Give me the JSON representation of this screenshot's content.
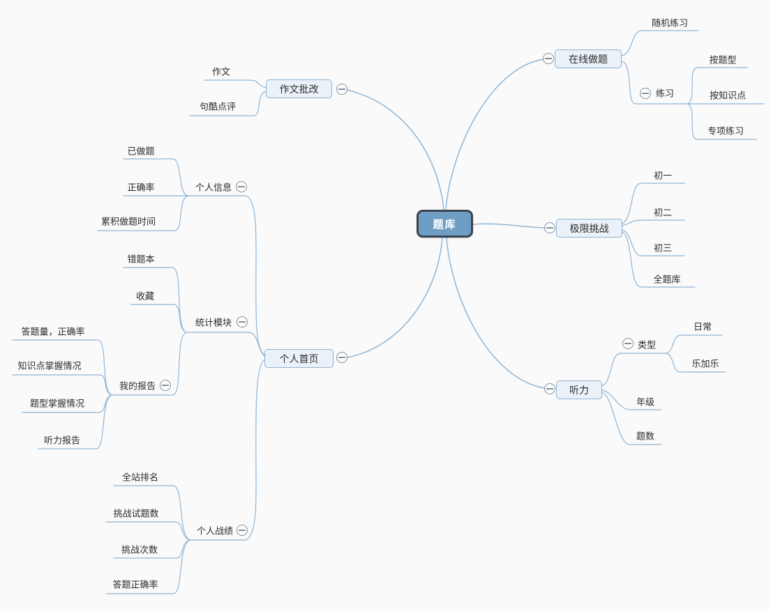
{
  "app": {
    "type": "mind-map",
    "background": "#fafafa",
    "line_color": "#8fb5d5",
    "root_fill": "#6e9ec4",
    "root_border": "#39444e",
    "topic_fill": "#eaf1f8",
    "topic_border": "#8fb2d1",
    "collapse_icon": "minus-circle-icon"
  },
  "map": {
    "root": {
      "label": "题库"
    },
    "online": {
      "label": "在线做题",
      "random": "随机练习",
      "practice": {
        "label": "练习",
        "by_type": "按题型",
        "by_knowledge": "按知识点",
        "special": "专项练习"
      }
    },
    "challenge": {
      "label": "极限挑战",
      "grade7": "初一",
      "grade8": "初二",
      "grade9": "初三",
      "full_bank": "全题库"
    },
    "listening": {
      "label": "听力",
      "type": {
        "label": "类型",
        "daily": "日常",
        "lejiale": "乐加乐"
      },
      "grade": "年级",
      "question_count": "题数"
    },
    "essay": {
      "label": "作文批改",
      "composition": "作文",
      "juku_review": "句酷点评"
    },
    "home": {
      "label": "个人首页",
      "info": {
        "label": "个人信息",
        "done_questions": "已做题",
        "accuracy": "正确率",
        "total_time": "累积做题时间"
      },
      "stats": {
        "label": "统计模块",
        "wrong_book": "错题本",
        "favorites": "收藏",
        "report": {
          "label": "我的报告",
          "volume_accuracy": "答题量，正确率",
          "knowledge_mastery": "知识点掌握情况",
          "type_mastery": "题型掌握情况",
          "listening_report": "听力报告"
        }
      },
      "record": {
        "label": "个人战绩",
        "site_ranking": "全站排名",
        "challenge_questions": "挑战试题数",
        "challenge_times": "挑战次数",
        "answer_accuracy": "答题正确率"
      }
    }
  }
}
